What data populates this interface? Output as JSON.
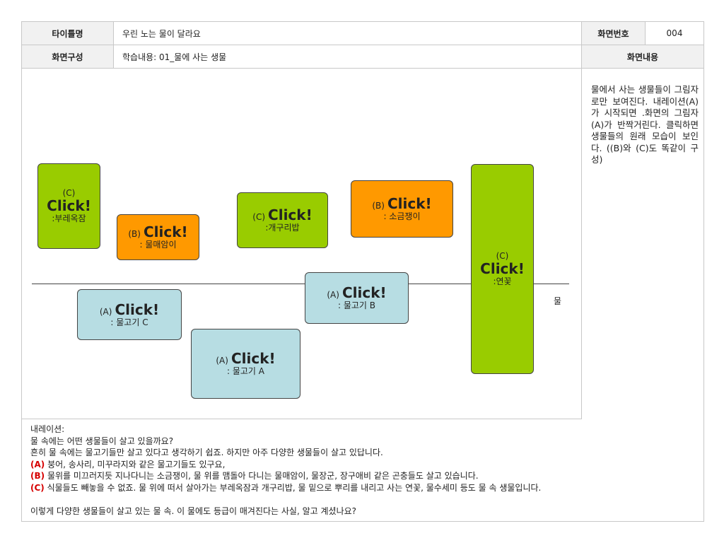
{
  "header": {
    "title_label": "타이틀명",
    "title_value": "우린 노는 물이 달라요",
    "screen_no_label": "화면번호",
    "screen_no_value": "004",
    "composition_label": "화면구성",
    "composition_value": "학습내용: 01_물에 사는 생물",
    "content_label": "화면내용"
  },
  "description": "물에서 사는 생물들이 그림자로만 보여진다. 내레이션(A)가 시작되면 .화면의 그림자(A)가 반짝거린다. 클릭하면 생물들의 원래 모습이 보인다. ((B)와 (C)도 똑같이 구성)",
  "scene": {
    "water_label": "물",
    "boxes": [
      {
        "tag": "(C)",
        "click": "Click!",
        "sub": ":부레옥잠"
      },
      {
        "tag": "(B)",
        "click": "Click!",
        "sub": ": 물매암이"
      },
      {
        "tag": "(C)",
        "click": "Click!",
        "sub": ":개구리밥"
      },
      {
        "tag": "(B)",
        "click": "Click!",
        "sub": ": 소금쟁이"
      },
      {
        "tag": "(C)",
        "click": "Click!",
        "sub": ":연꽃"
      },
      {
        "tag": "(A)",
        "click": "Click!",
        "sub": ": 물고기 C"
      },
      {
        "tag": "(A)",
        "click": "Click!",
        "sub": ": 물고기 B"
      },
      {
        "tag": "(A)",
        "click": "Click!",
        "sub": ": 물고기 A"
      }
    ]
  },
  "narration": {
    "heading": "내레이션:",
    "line1": "물 속에는 어떤 생물들이 살고 있을까요?",
    "line2": "흔히 물 속에는 물고기들만 살고 있다고 생각하기 쉽죠. 하지만 아주 다양한 생물들이 살고 있답니다.",
    "a_tag": "(A)",
    "a_text": " 붕어, 송사리, 미꾸라지와 같은 물고기들도 있구요,",
    "b_tag": "(B)",
    "b_text": " 물위를 미끄러지듯 지나다니는 소금쟁이, 물 위를 맴돌아 다니는 물매암이, 물장군, 장구애비 같은 곤충들도 살고 있습니다.",
    "c_tag": "(C)",
    "c_text": " 식물들도 빼놓을 수 없죠. 물 위에 떠서 살아가는 부레옥잠과 개구리밥, 물 밑으로 뿌리를 내리고 사는 연꽃, 물수세미 등도 물 속 생물입니다.",
    "closing": "이렇게 다양한 생물들이 살고 있는 물 속. 이 물에도 등급이 매겨진다는 사실, 알고 계셨나요?"
  },
  "colors": {
    "green": "#99cc00",
    "orange": "#ff9900",
    "blue": "#b7dde3",
    "red": "#d60000"
  }
}
